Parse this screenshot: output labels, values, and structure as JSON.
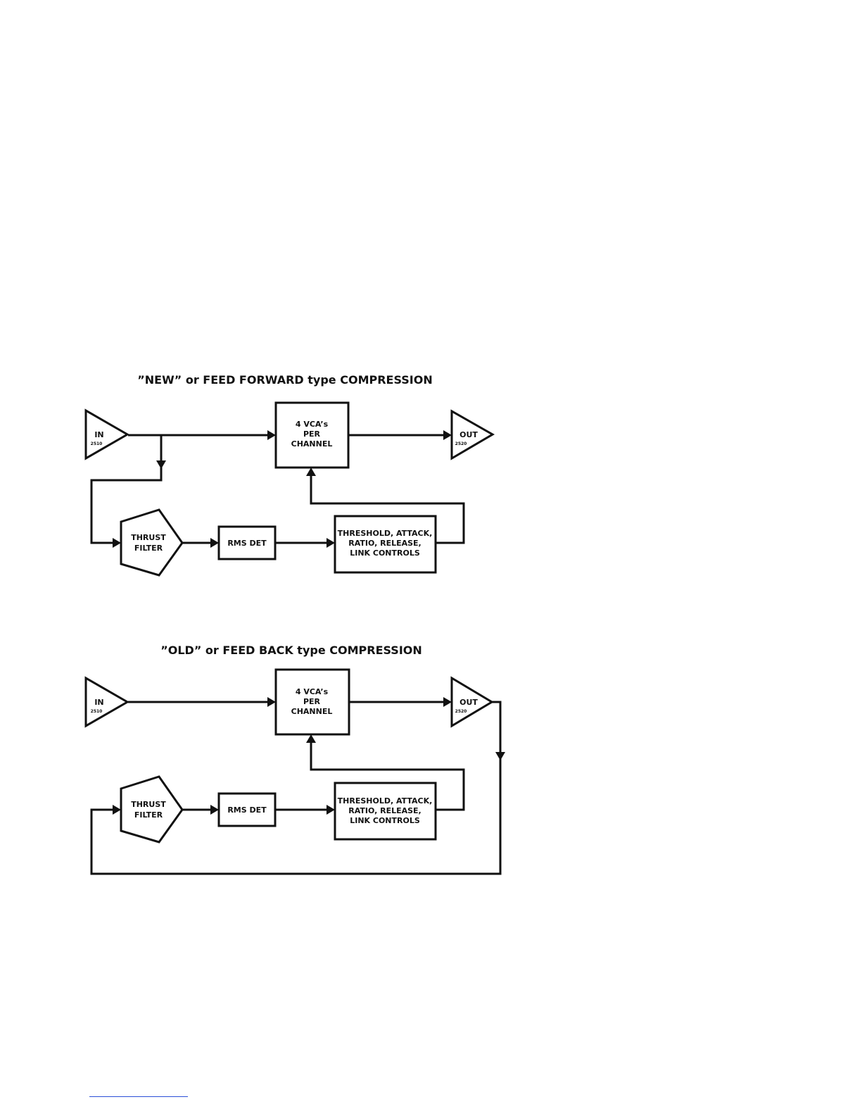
{
  "diagrams": [
    {
      "title": "”NEW” or FEED FORWARD type COMPRESSION",
      "in_label": "IN",
      "in_sub": "2510",
      "vca_lines": [
        "4 VCA’s",
        "PER",
        "CHANNEL"
      ],
      "out_label": "OUT",
      "out_sub": "2520",
      "filter_lines": [
        "THRUST",
        "FILTER"
      ],
      "rms_label": "RMS DET",
      "controls_lines": [
        "THRESHOLD, ATTACK,",
        "RATIO, RELEASE,",
        "LINK CONTROLS"
      ]
    },
    {
      "title": "”OLD” or FEED BACK type COMPRESSION",
      "in_label": "IN",
      "in_sub": "2510",
      "vca_lines": [
        "4 VCA’s",
        "PER",
        "CHANNEL"
      ],
      "out_label": "OUT",
      "out_sub": "2520",
      "filter_lines": [
        "THRUST",
        "FILTER"
      ],
      "rms_label": "RMS DET",
      "controls_lines": [
        "THRESHOLD, ATTACK,",
        "RATIO, RELEASE,",
        "LINK CONTROLS"
      ]
    }
  ],
  "colors": {
    "ink": "#111111",
    "footnote_rule": "#2b4fd8"
  }
}
